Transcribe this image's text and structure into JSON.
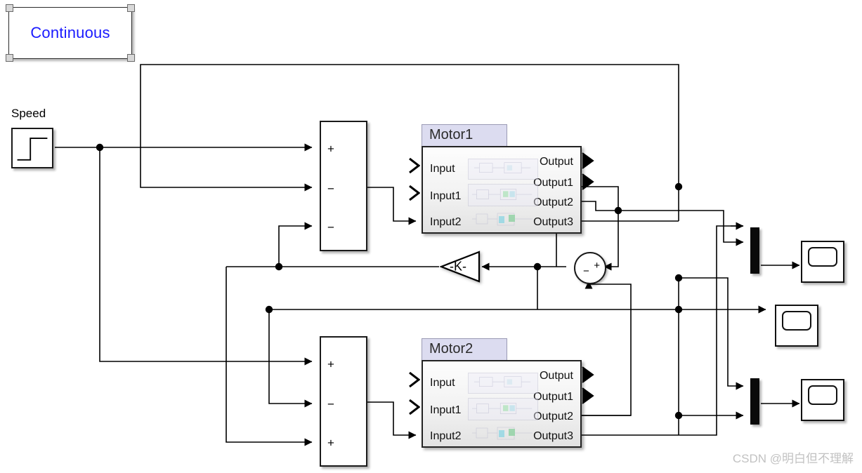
{
  "diagram": {
    "title": "Dual motor speed control block diagram",
    "background": "#ffffff",
    "wire_color": "#000000",
    "annotation": {
      "text": "Continuous",
      "text_color": "#1a1aff",
      "selected": true
    },
    "source": {
      "label": "Speed",
      "type": "step-block",
      "icon": "step-waveform-icon"
    },
    "sum_blocks": [
      {
        "name": "sum-top",
        "signs": [
          "+",
          "−",
          "−"
        ]
      },
      {
        "name": "sum-bottom",
        "signs": [
          "+",
          "−",
          "+"
        ]
      }
    ],
    "round_sum": {
      "name": "round-sum",
      "plus": "+",
      "minus": "−"
    },
    "gain": {
      "label": "-K-",
      "orientation": "left"
    },
    "subsystems": [
      {
        "name": "Motor1",
        "inputs": [
          "Input",
          "Input1",
          "Input2"
        ],
        "outputs": [
          "Output",
          "Output1",
          "Output2",
          "Output3"
        ],
        "label_bg": "#dcdcf0"
      },
      {
        "name": "Motor2",
        "inputs": [
          "Input",
          "Input1",
          "Input2"
        ],
        "outputs": [
          "Output",
          "Output1",
          "Output2",
          "Output3"
        ],
        "label_bg": "#dcdcf0"
      }
    ],
    "mux_blocks": [
      {
        "name": "mux-top",
        "inputs": 2
      },
      {
        "name": "mux-bottom",
        "inputs": 2
      }
    ],
    "scopes": [
      {
        "name": "scope-top"
      },
      {
        "name": "scope-middle"
      },
      {
        "name": "scope-bottom"
      }
    ],
    "watermark": "CSDN @明白但不理解"
  }
}
